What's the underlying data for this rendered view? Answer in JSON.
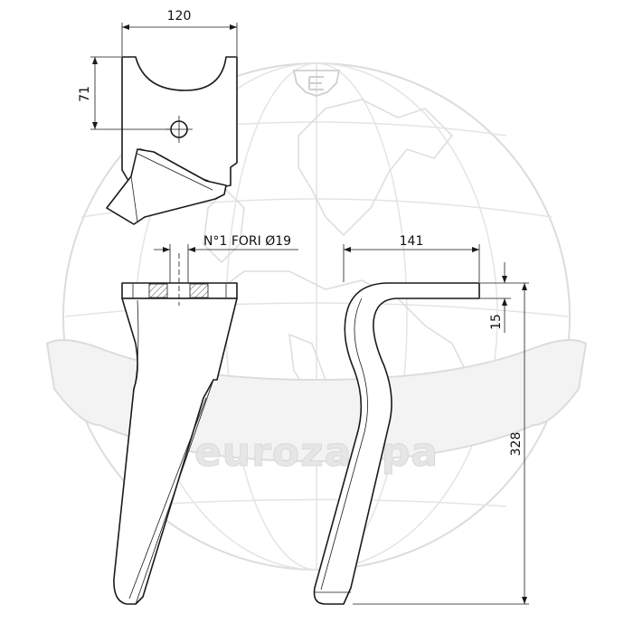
{
  "watermark": {
    "brand_text": "eurozappa"
  },
  "dimensions": {
    "top_width": "120",
    "top_height": "71",
    "holes_note": "N°1 FORI Ø19",
    "side_reach": "141",
    "side_thickness": "15",
    "side_height": "328"
  }
}
